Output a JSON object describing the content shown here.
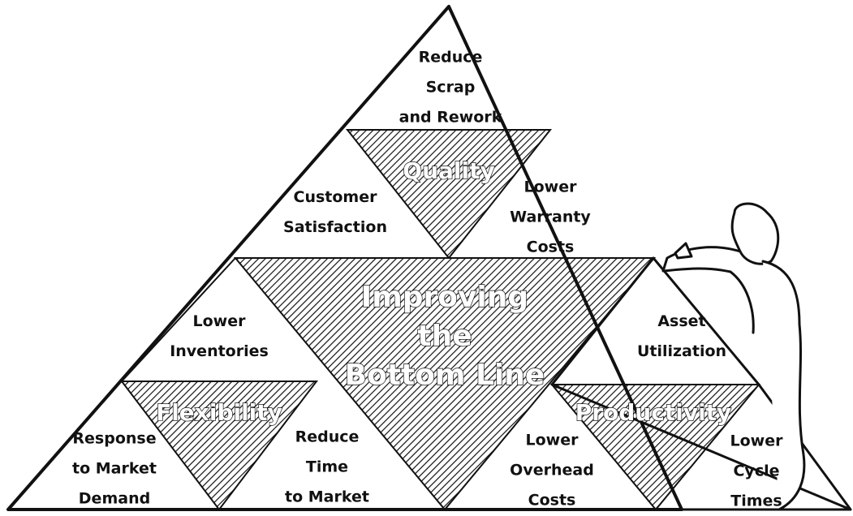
{
  "diagram": {
    "categories": {
      "quality": "Quality",
      "bottom_line": "Improving\nthe\nBottom Line",
      "flexibility": "Flexibility",
      "productivity": "Productivity"
    },
    "goals": {
      "reduce_scrap": "Reduce\nScrap\nand Rework",
      "customer_satisfaction": "Customer\nSatisfaction",
      "lower_warranty": "Lower\nWarranty\nCosts",
      "lower_inventories": "Lower\nInventories",
      "response_to_market": "Response\nto Market\nDemand",
      "reduce_time_to_market": "Reduce\nTime\nto Market",
      "asset_utilization": "Asset\nUtilization",
      "lower_overhead": "Lower\nOverhead\nCosts",
      "lower_cycle_times": "Lower\nCycle\nTimes"
    }
  },
  "colors": {
    "ink": "#111111",
    "paper": "#ffffff"
  }
}
